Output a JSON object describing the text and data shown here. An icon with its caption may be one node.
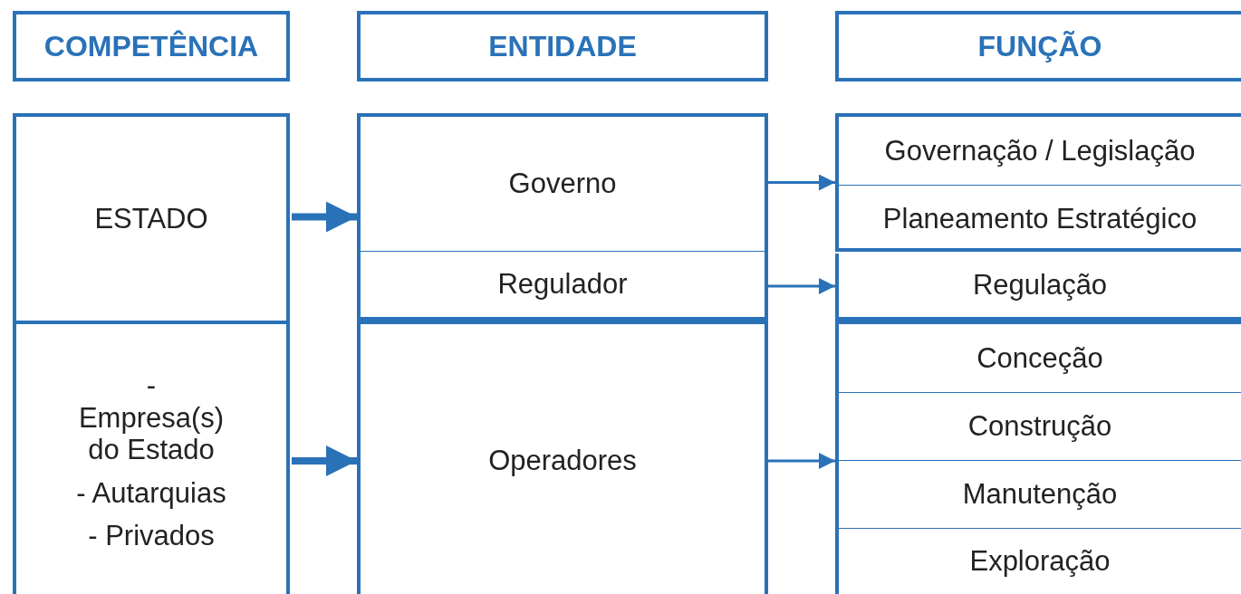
{
  "diagram": {
    "nodes": [
      {
        "text": [
          "COMPETÊNCIA"
        ]
      },
      {
        "text": [
          "ENTIDADE"
        ]
      },
      {
        "text": [
          "FUNÇÃO"
        ]
      },
      {
        "text": [
          "ESTADO"
        ]
      },
      {
        "text": [
          "Governo"
        ]
      },
      {
        "text": [],
        "shape": "box"
      },
      {
        "text": [
          "Governação / Legislação"
        ],
        "in": 5
      },
      {
        "text": [
          "Planeamento Estratégico"
        ],
        "in": 5
      },
      {
        "text": [
          "Regulador"
        ]
      },
      {
        "text": [
          "Regulação"
        ]
      },
      {
        "text": [
          "- Empresa(s) do Estado",
          "- Autarquias",
          "- Privados"
        ]
      },
      {
        "text": [
          "Operadores"
        ]
      },
      {
        "text": [],
        "shape": "box"
      },
      {
        "text": [
          "Conceção"
        ],
        "in": 12
      },
      {
        "text": [
          "Construção"
        ],
        "in": 12
      },
      {
        "text": [
          "Manutenção"
        ],
        "in": 12
      },
      {
        "text": [
          "Exploração"
        ],
        "in": 12
      }
    ],
    "edges": [
      {
        "from": 3,
        "to": 4,
        "arrow": "to",
        "style": "thick"
      },
      {
        "from": 10,
        "to": 11,
        "arrow": "to",
        "style": "thick"
      },
      {
        "from": 4,
        "to": 5,
        "arrow": "to"
      },
      {
        "from": 8,
        "to": 9,
        "arrow": "to"
      },
      {
        "from": 11,
        "to": 12,
        "arrow": "to"
      }
    ]
  }
}
